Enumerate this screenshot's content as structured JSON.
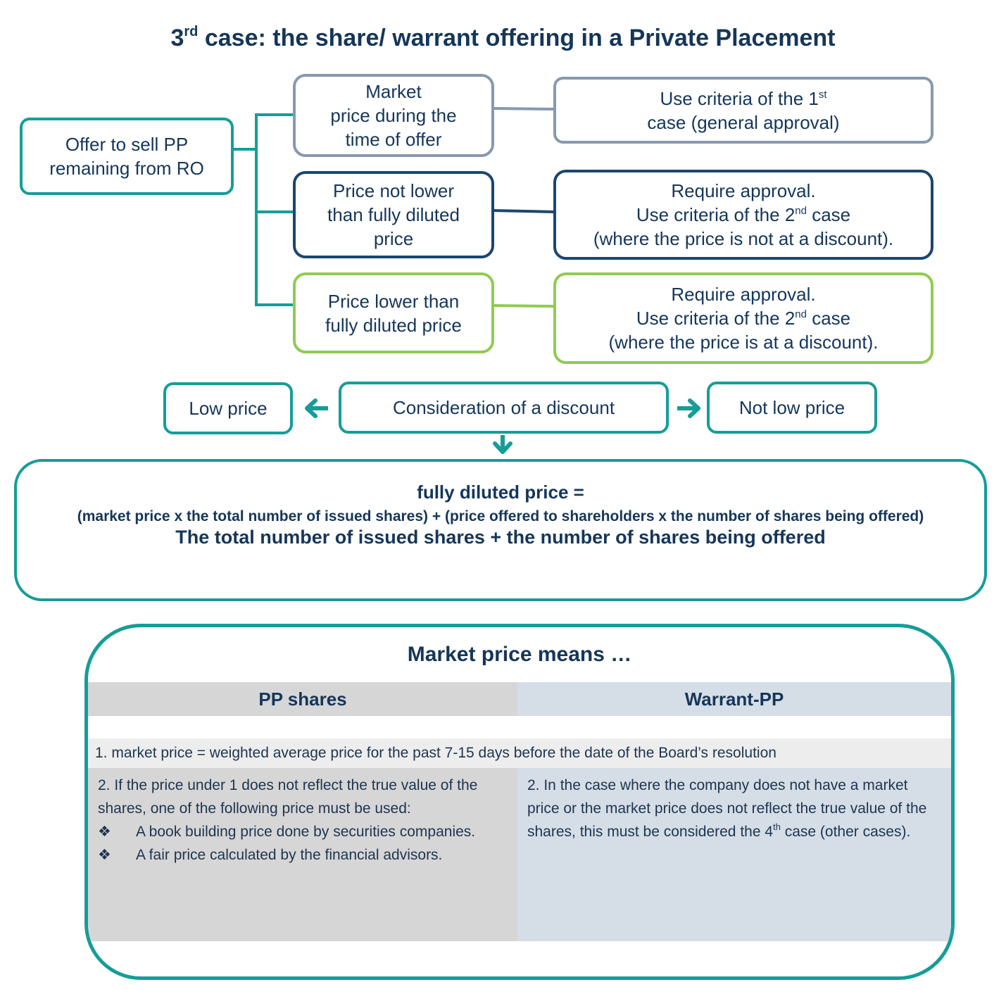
{
  "title": {
    "prefix": "3",
    "superscript": "rd",
    "rest": " case: the share/ warrant offering in a Private Placement"
  },
  "colors": {
    "teal": "#159d98",
    "grey": "#8898b0",
    "navy": "#1c4670",
    "green": "#8fcb52",
    "text": "#15365a"
  },
  "flow": {
    "root": {
      "line1": "Offer to sell PP",
      "line2": "remaining from RO"
    },
    "conditions": [
      {
        "lines": [
          "Market",
          "price during the",
          "time of offer"
        ]
      },
      {
        "lines": [
          "Price not lower",
          "than fully diluted",
          "price"
        ]
      },
      {
        "lines": [
          "Price lower than",
          "fully diluted price"
        ]
      }
    ],
    "outcomes": [
      {
        "line1_prefix": "Use criteria of the 1",
        "line1_sup": "st",
        "line2": "case (general approval)"
      },
      {
        "line1": "Require approval.",
        "line2_prefix": "Use criteria of the 2",
        "line2_sup": "nd",
        "line2_suffix": " case",
        "line3": "(where the price is not at a discount)."
      },
      {
        "line1": "Require approval.",
        "line2_prefix": "Use criteria of the 2",
        "line2_sup": "nd",
        "line2_suffix": " case",
        "line3": "(where the price is at a discount)."
      }
    ]
  },
  "discount": {
    "center": "Consideration of a discount",
    "left": "Low price",
    "right": "Not low price",
    "arrow_left_icon": "arrow-left-icon",
    "arrow_right_icon": "arrow-right-icon",
    "arrow_down_icon": "arrow-down-icon"
  },
  "formula": {
    "label": "fully diluted price =",
    "numerator": "(market price x the total number of issued shares) + (price offered to shareholders x the number of shares being offered)",
    "denominator": "The total number of issued shares + the number of shares being offered"
  },
  "market_price": {
    "title": "Market price means …",
    "col_left": "PP shares",
    "col_right": "Warrant-PP",
    "row1": "1. market price = weighted average price for the past 7-15 days before the date of the Board’s resolution",
    "left_intro": "2. If the price under 1 does not reflect the true value of the shares, one of the following price must be used:",
    "bullet_icon": "❖",
    "bullets": [
      "A book building price done by securities companies.",
      "A fair price calculated by the financial advisors."
    ],
    "right_prefix": "2. In the case where the company does not have a market price or the market price does not reflect the true value of the shares, this must be considered the 4",
    "right_sup": "th",
    "right_suffix": " case (other cases)."
  }
}
